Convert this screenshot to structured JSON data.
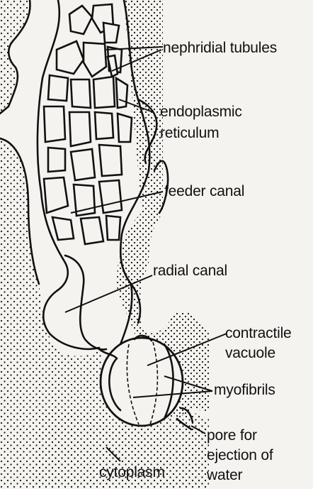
{
  "labels": {
    "nephridial_tubules": "nephridial tubules",
    "endoplasmic_line1": "endoplasmic",
    "endoplasmic_line2": "reticulum",
    "feeder_canal": "feeder canal",
    "radial_canal": "radial canal",
    "contractile_line1": "contractile",
    "contractile_line2": "vacuole",
    "myofibrils": "myofibrils",
    "pore_line1": "pore for",
    "pore_line2": "ejection of",
    "pore_line3": "water",
    "cytoplasm": "cytoplasm"
  },
  "colors": {
    "ink": "#111111",
    "paper": "#f4f3ef"
  }
}
